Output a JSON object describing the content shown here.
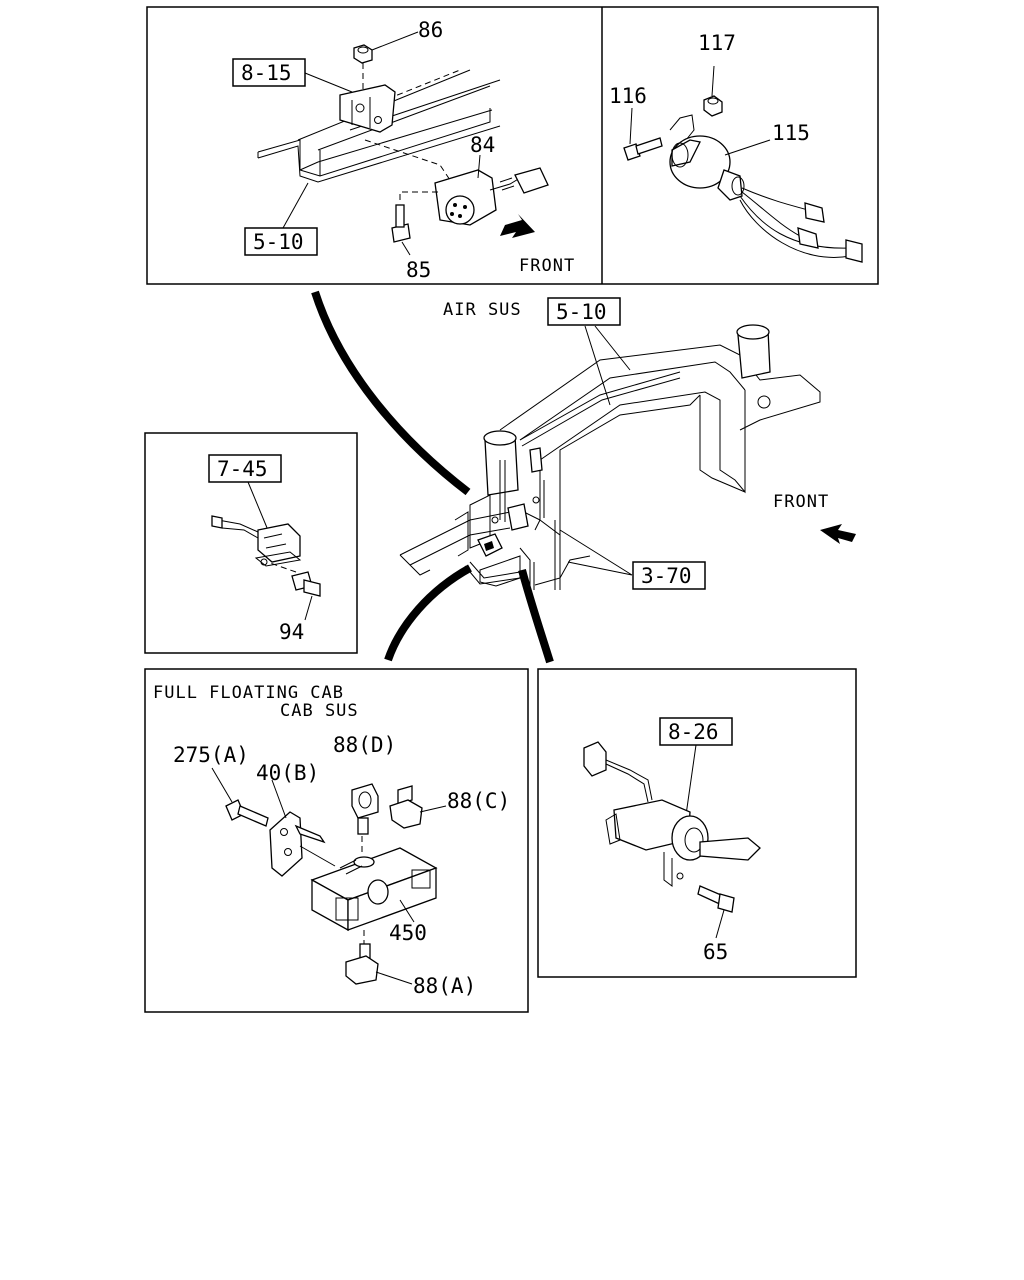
{
  "panels": {
    "top_left": {
      "ref_8_15": "8-15",
      "ref_5_10": "5-10",
      "part_86": "86",
      "part_84": "84",
      "part_85": "85",
      "front": "FRONT"
    },
    "top_right": {
      "part_117": "117",
      "part_116": "116",
      "part_115": "115"
    },
    "main": {
      "air_sus": "AIR SUS",
      "ref_5_10": "5-10",
      "ref_3_70": "3-70",
      "front": "FRONT"
    },
    "mid_left": {
      "ref_7_45": "7-45",
      "part_94": "94"
    },
    "bottom_left": {
      "title_line1": "FULL FLOATING CAB",
      "title_line2": "CAB SUS",
      "part_275a": "275(A)",
      "part_40b": "40(B)",
      "part_88d": "88(D)",
      "part_88c": "88(C)",
      "part_450": "450",
      "part_88a": "88(A)"
    },
    "bottom_right": {
      "ref_8_26": "8-26",
      "part_65": "65"
    }
  }
}
